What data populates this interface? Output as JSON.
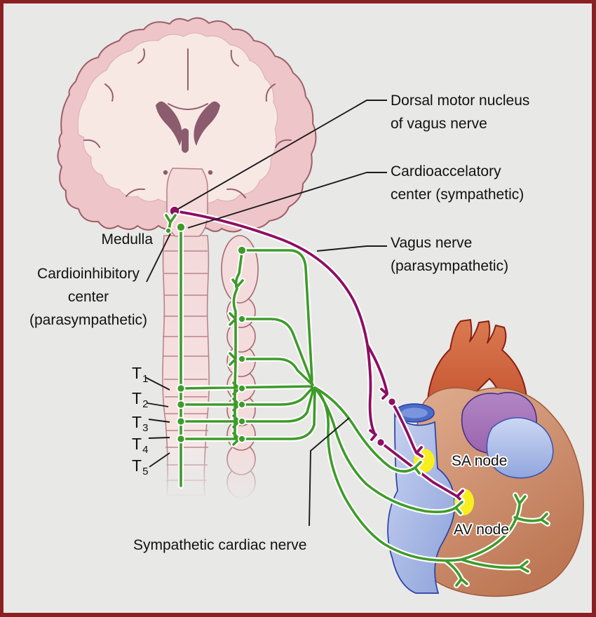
{
  "labels": {
    "dorsal_motor_nucleus": {
      "line1": "Dorsal motor nucleus",
      "line2": "of vagus nerve"
    },
    "cardioaccelatory_center": {
      "line1": "Cardioaccelatory",
      "line2": "center (sympathetic)"
    },
    "vagus_nerve": {
      "line1": "Vagus nerve",
      "line2": "(parasympathetic)"
    },
    "medulla": "Medulla",
    "cardioinhibitory_center": {
      "line1": "Cardioinhibitory",
      "line2": "center",
      "line3": "(parasympathetic)"
    },
    "spinal_levels": [
      {
        "base": "T",
        "sub": "1"
      },
      {
        "base": "T",
        "sub": "2"
      },
      {
        "base": "T",
        "sub": "3"
      },
      {
        "base": "T",
        "sub": "4"
      },
      {
        "base": "T",
        "sub": "5"
      }
    ],
    "sympathetic_cardiac_nerve": "Sympathetic cardiac nerve",
    "sa_node": "SA node",
    "av_node": "AV node"
  },
  "colors": {
    "background": "#e8e8e7",
    "frame_border": "#8b2023",
    "sympathetic_nerve_green": "#3e9b2a",
    "parasympathetic_nerve_purple": "#8e0e63",
    "leader_line_black": "#1a1a1a",
    "node_highlight_yellow": "#f8ee1e",
    "cortex_pink": "#eec5c8",
    "white_matter_pink": "#f8e8e4",
    "ventricle_mauve": "#8a5c6d",
    "spinal_cord_pink": "#f3d8d8",
    "heart_tan": "#c98a66",
    "aorta_red": "#cc5c38",
    "pulmonary_artery_purple": "#a471b6",
    "atrium_vein_blue": "#93a7dc"
  }
}
